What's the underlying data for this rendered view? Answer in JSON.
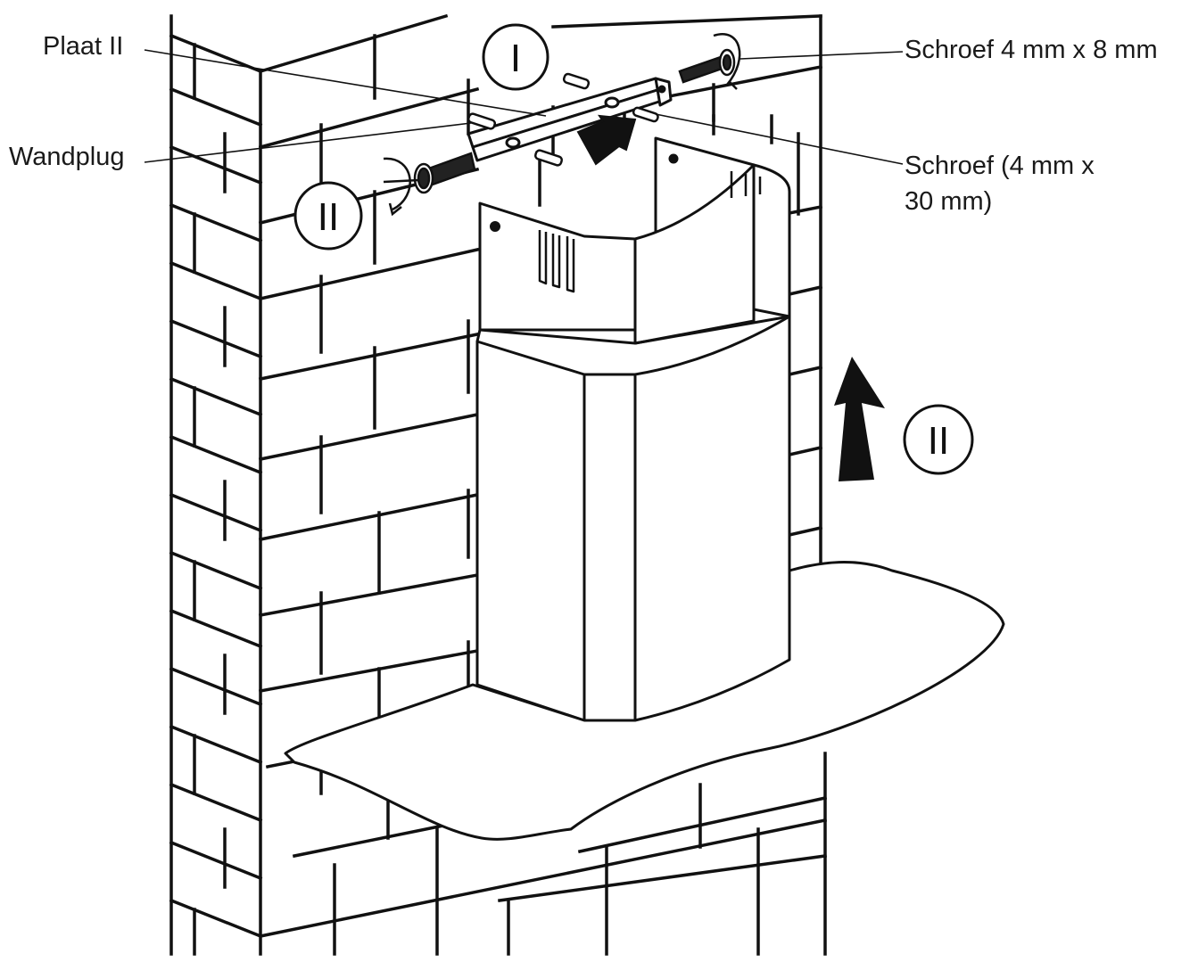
{
  "labels": {
    "plate": "Plaat II",
    "wall_plug": "Wandplug",
    "screw_small": "Schroef 4 mm x 8 mm",
    "screw_long_line1": "Schroef (4 mm x",
    "screw_long_line2": "30 mm)"
  },
  "steps": {
    "step_one": "I",
    "step_two": "II",
    "step_two_repeat": "II"
  },
  "colors": {
    "line": "#111111",
    "background": "#ffffff"
  },
  "icons": {
    "push_arrow": "arrow-up-right-icon",
    "lift_arrow": "arrow-up-icon",
    "rotate": "rotate-icon"
  }
}
